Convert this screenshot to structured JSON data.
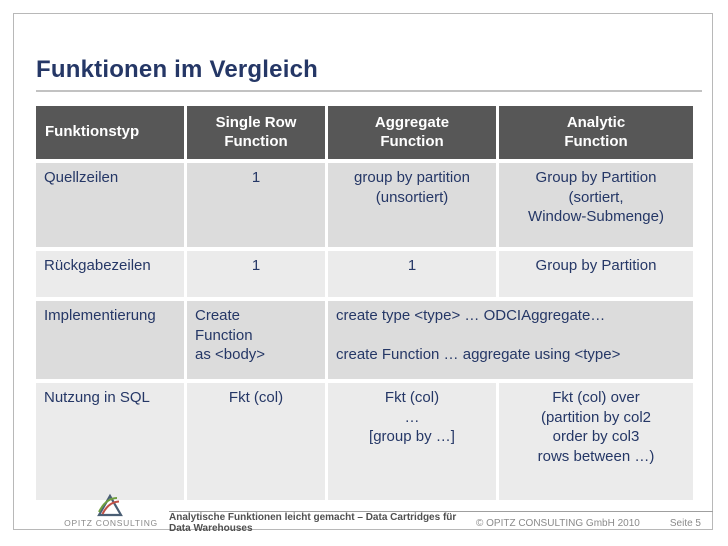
{
  "slide": {
    "title": "Funktionen im Vergleich"
  },
  "table": {
    "headers": [
      "Funktionstyp",
      "Single Row\nFunction",
      "Aggregate\nFunction",
      "Analytic\nFunction"
    ],
    "rows": [
      {
        "label": "Quellzeilen",
        "cells": [
          "1",
          "group by partition\n(unsortiert)",
          "Group by Partition\n(sortiert,\nWindow-Submenge)"
        ]
      },
      {
        "label": "Rückgabezeilen",
        "cells": [
          "1",
          "1",
          "Group by Partition"
        ]
      },
      {
        "label": "Implementierung",
        "cells": [
          "Create\nFunction\nas <body>",
          "create type <type> … ODCIAggregate…\n\ncreate Function … aggregate using <type>"
        ]
      },
      {
        "label": "Nutzung in SQL",
        "cells": [
          "Fkt (col)",
          "Fkt (col)\n…\n[group by …]",
          "Fkt (col) over\n(partition by col2\norder by col3\nrows between …)"
        ]
      }
    ]
  },
  "footer": {
    "logo_text": "OPITZ CONSULTING",
    "doc_title": "Analytische Funktionen leicht gemacht – Data Cartridges für Data Warehouses",
    "copyright": "© OPITZ CONSULTING GmbH 2010",
    "page": "Seite 5"
  },
  "colors": {
    "title_text": "#253766",
    "table_header_bg": "#575757",
    "table_header_text": "#ffffff",
    "row_shade_dark": "#dcdcdc",
    "row_shade_light": "#ebebeb",
    "cell_text": "#253766",
    "logo_green": "#6f9e3f",
    "logo_red": "#c05046",
    "logo_slate": "#4a5e74"
  }
}
